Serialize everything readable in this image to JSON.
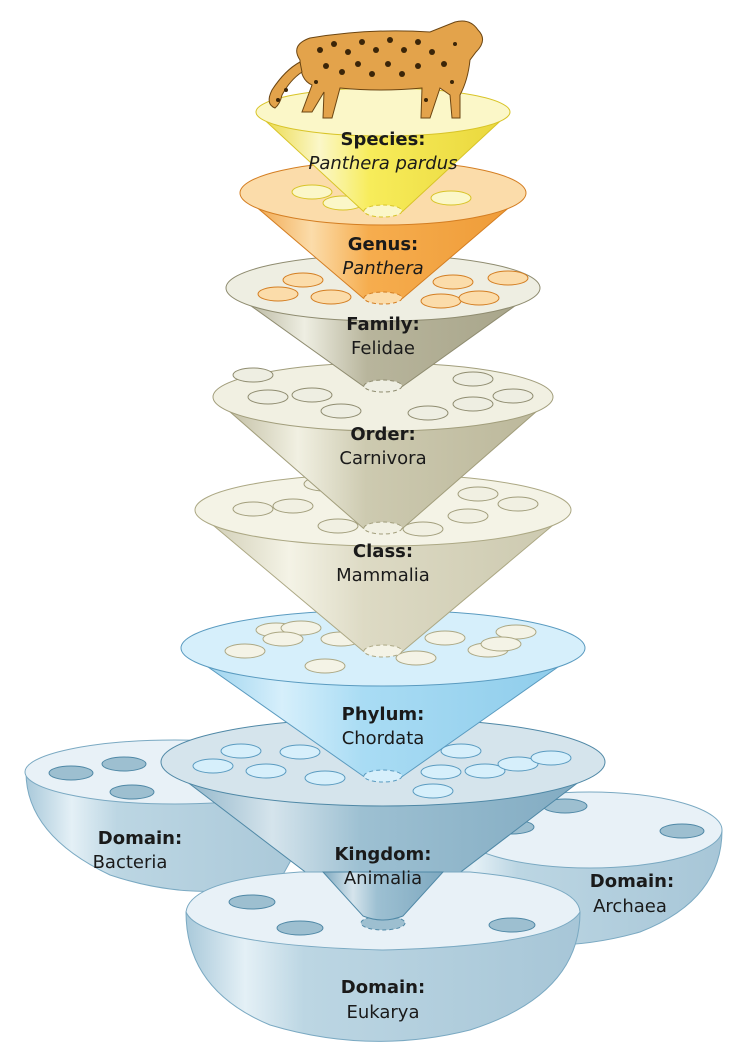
{
  "title": "Taxonomic hierarchy of the leopard",
  "organism": {
    "name": "leopard",
    "icon": "leopard-icon"
  },
  "levels": [
    {
      "id": "species",
      "rank": "Species:",
      "name": "Panthera pardus",
      "italic": true,
      "colors": {
        "top": "#fbf7c8",
        "body": "#f7ec5a",
        "edge": "#d8c428",
        "dark": "#e9d63b"
      }
    },
    {
      "id": "genus",
      "rank": "Genus:",
      "name": "Panthera",
      "italic": true,
      "colors": {
        "top": "#fbdcaa",
        "body": "#f6ad4e",
        "edge": "#d47e22",
        "dark": "#ee9a36"
      }
    },
    {
      "id": "family",
      "rank": "Family:",
      "name": "Felidae",
      "italic": false,
      "colors": {
        "top": "#eeeee2",
        "body": "#b8b59c",
        "edge": "#8f8c70",
        "dark": "#a6a388"
      }
    },
    {
      "id": "order",
      "rank": "Order:",
      "name": "Carnivora",
      "italic": false,
      "colors": {
        "top": "#f1f0e2",
        "body": "#cdcab0",
        "edge": "#a29e7c",
        "dark": "#bab699"
      }
    },
    {
      "id": "class",
      "rank": "Class:",
      "name": "Mammalia",
      "italic": false,
      "colors": {
        "top": "#f4f3e6",
        "body": "#dddac4",
        "edge": "#aca884",
        "dark": "#cbc8ae"
      }
    },
    {
      "id": "phylum",
      "rank": "Phylum:",
      "name": "Chordata",
      "italic": false,
      "colors": {
        "top": "#d6effb",
        "body": "#a9dcf4",
        "edge": "#5a9bc0",
        "dark": "#8ccbea"
      }
    },
    {
      "id": "kingdom",
      "rank": "Kingdom:",
      "name": "Animalia",
      "italic": false,
      "colors": {
        "top": "#d5e4ec",
        "body": "#9dc0d2",
        "edge": "#4f88a6",
        "dark": "#7fa9c0"
      }
    }
  ],
  "domains": [
    {
      "id": "bacteria",
      "rank": "Domain:",
      "name": "Bacteria"
    },
    {
      "id": "archaea",
      "rank": "Domain:",
      "name": "Archaea"
    },
    {
      "id": "eukarya",
      "rank": "Domain:",
      "name": "Eukarya"
    }
  ],
  "domain_colors": {
    "top": "#e6f0f6",
    "body": "#bcd6e3",
    "edge": "#7aa9c2",
    "hole": "#9dbfd0"
  }
}
